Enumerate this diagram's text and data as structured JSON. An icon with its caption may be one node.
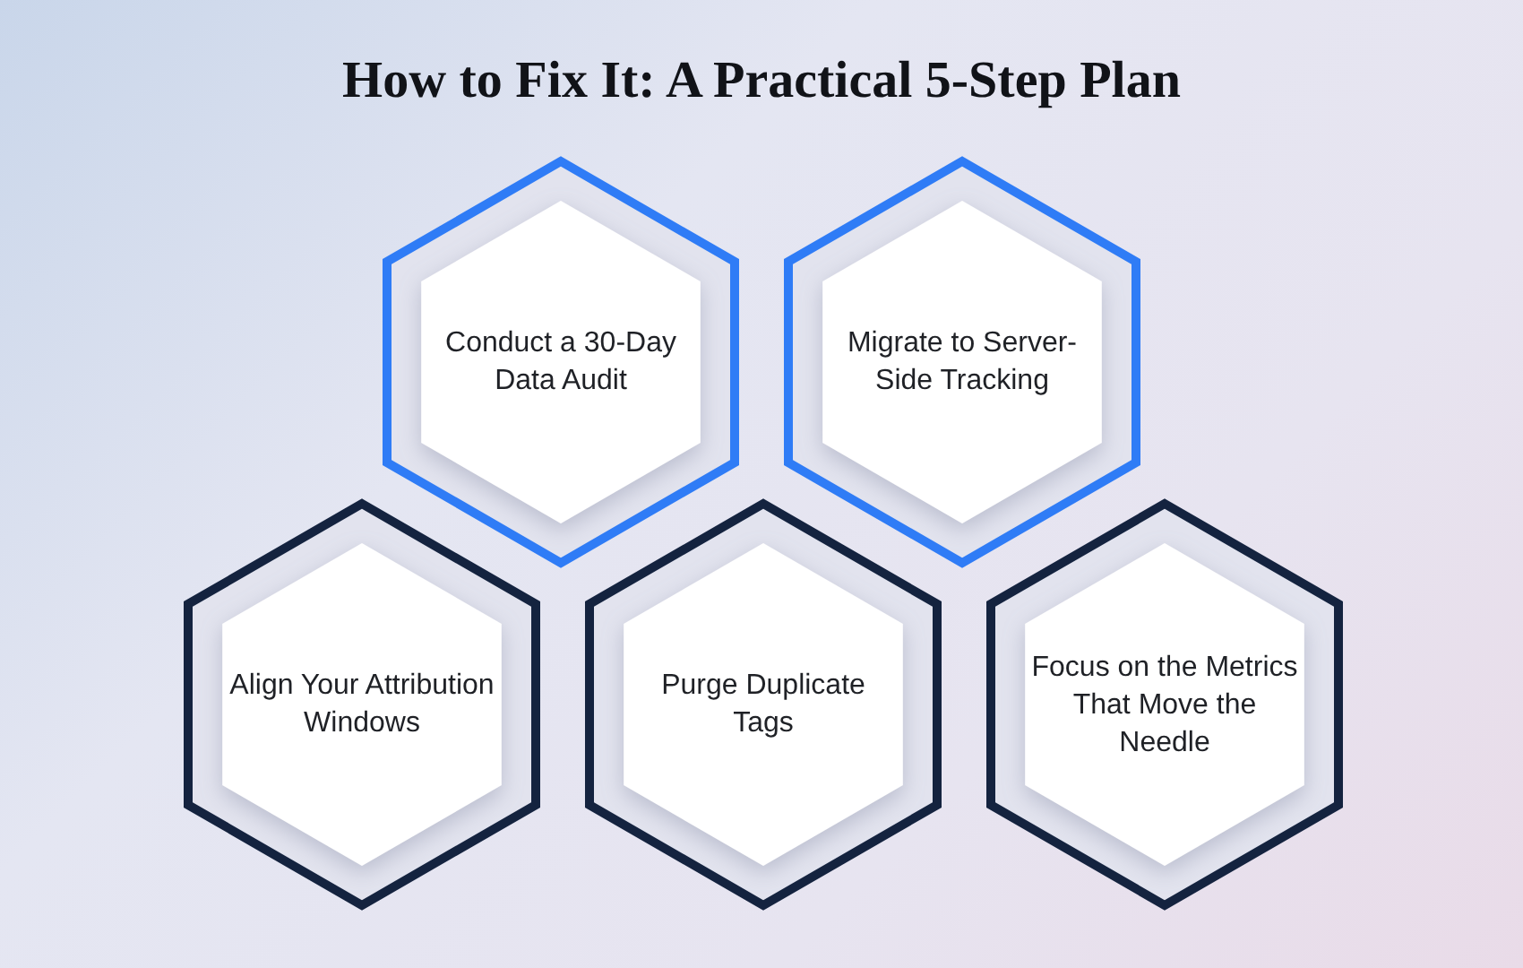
{
  "diagram": {
    "title": "How to Fix It: A Practical 5-Step Plan",
    "nodes": [
      {
        "text": [
          "Conduct a 30-Day Data Audit"
        ]
      },
      {
        "text": [
          "Migrate to Server-Side Tracking"
        ]
      },
      {
        "text": [
          "Align Your Attribution Windows"
        ]
      },
      {
        "text": [
          "Purge Duplicate Tags"
        ]
      },
      {
        "text": [
          "Focus on the Metrics That Move the Needle"
        ]
      }
    ]
  }
}
